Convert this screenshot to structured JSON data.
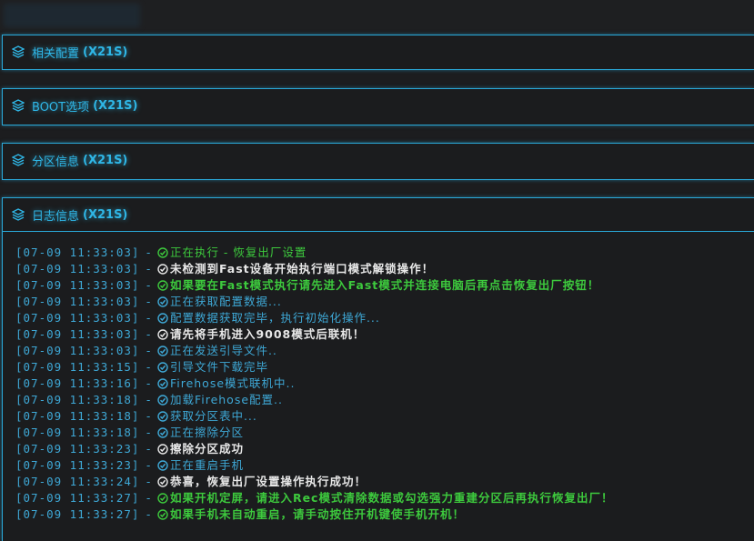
{
  "panels": [
    {
      "title": "相关配置",
      "model": "(X21S)"
    },
    {
      "title": "BOOT选项",
      "model": "(X21S)"
    },
    {
      "title": "分区信息",
      "model": "(X21S)"
    },
    {
      "title": "日志信息",
      "model": "(X21S)"
    }
  ],
  "colors": {
    "accent": "#2aa8d8",
    "green": "#3dc93d",
    "blue": "#3ea8d6",
    "white": "#e8e8e8"
  },
  "log": [
    {
      "time": "[07-09 11:33:03]",
      "sep": "-",
      "text": "正在执行 - 恢复出厂设置",
      "style": "green"
    },
    {
      "time": "[07-09 11:33:03]",
      "sep": "-",
      "text": "未检测到Fast设备开始执行端口模式解锁操作！",
      "style": "white"
    },
    {
      "time": "[07-09 11:33:03]",
      "sep": "-",
      "text": "如果要在Fast模式执行请先进入Fast模式并连接电脑后再点击恢复出厂按钮！",
      "style": "greenb"
    },
    {
      "time": "[07-09 11:33:03]",
      "sep": "-",
      "text": "正在获取配置数据...",
      "style": "blue"
    },
    {
      "time": "[07-09 11:33:03]",
      "sep": "-",
      "text": "配置数据获取完毕，执行初始化操作...",
      "style": "blue"
    },
    {
      "time": "[07-09 11:33:03]",
      "sep": "-",
      "text": "请先将手机进入9008模式后联机！",
      "style": "white"
    },
    {
      "time": "[07-09 11:33:03]",
      "sep": "-",
      "text": "正在发送引导文件..",
      "style": "blue"
    },
    {
      "time": "[07-09 11:33:15]",
      "sep": "-",
      "text": "引导文件下载完毕",
      "style": "blue"
    },
    {
      "time": "[07-09 11:33:16]",
      "sep": "-",
      "text": "Firehose模式联机中..",
      "style": "blue"
    },
    {
      "time": "[07-09 11:33:18]",
      "sep": "-",
      "text": "加载Firehose配置..",
      "style": "blue"
    },
    {
      "time": "[07-09 11:33:18]",
      "sep": "-",
      "text": "获取分区表中...",
      "style": "blue"
    },
    {
      "time": "[07-09 11:33:18]",
      "sep": "-",
      "text": "正在擦除分区",
      "style": "blue"
    },
    {
      "time": "[07-09 11:33:23]",
      "sep": "-",
      "text": "擦除分区成功",
      "style": "white"
    },
    {
      "time": "[07-09 11:33:23]",
      "sep": "-",
      "text": "正在重启手机",
      "style": "blue"
    },
    {
      "time": "[07-09 11:33:24]",
      "sep": "-",
      "text": "恭喜，恢复出厂设置操作执行成功！",
      "style": "white"
    },
    {
      "time": "[07-09 11:33:27]",
      "sep": "-",
      "text": "如果开机定屏，请进入Rec模式清除数据或勾选强力重建分区后再执行恢复出厂！",
      "style": "greenb"
    },
    {
      "time": "[07-09 11:33:27]",
      "sep": "-",
      "text": "如果手机未自动重启，请手动按住开机键使手机开机！",
      "style": "greenb"
    }
  ]
}
